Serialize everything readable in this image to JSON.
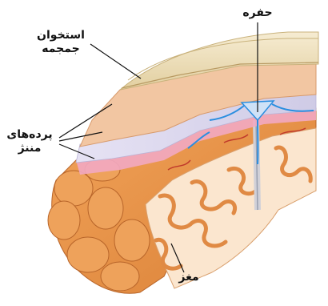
{
  "labels": {
    "skull": {
      "line1": "استخوان",
      "line2": "جمجمه"
    },
    "meninges": {
      "line1": "پرده‌های",
      "line2": "مننژ"
    },
    "fossa": "حفره",
    "brain": "مغز"
  },
  "colors": {
    "skull": "#efe0bb",
    "skull_edge": "#c9b27c",
    "dura": "#f2c6a2",
    "arachnoid": "#dcd8ee",
    "pia": "#f2a9c2",
    "cortex": "#e8944a",
    "white_matter": "#fbe6cf",
    "vessel": "#2a8ee0",
    "blood": "#c0392b"
  }
}
